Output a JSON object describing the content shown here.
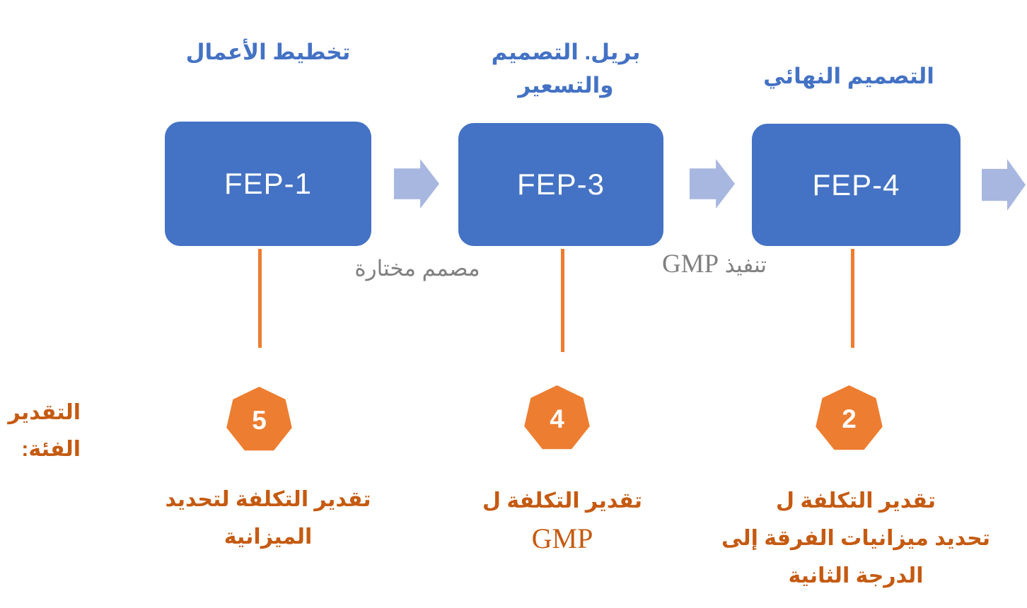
{
  "diagram": {
    "type": "process-flow",
    "category_label": {
      "line1": "التقدير",
      "line2": "الفئة:"
    },
    "phases": [
      {
        "header_line1": "تخطيط الأعمال",
        "header_line2": "",
        "box_label": "FEP-1",
        "badge_number": "5",
        "label_line1": "تقدير التكلفة لتحديد",
        "label_line2": "الميزانية",
        "label_line3": ""
      },
      {
        "header_line1": "بريل. التصميم",
        "header_line2": "والتسعير",
        "box_label": "FEP-3",
        "badge_number": "4",
        "label_line1": "تقدير التكلفة ل",
        "label_line2": "GMP",
        "label_line3": ""
      },
      {
        "header_line1": "التصميم النهائي",
        "header_line2": "",
        "box_label": "FEP-4",
        "badge_number": "2",
        "label_line1": "تقدير التكلفة ل",
        "label_line2": "تحديد ميزانيات الفرقة إلى",
        "label_line3": "الدرجة الثانية"
      }
    ],
    "transitions": [
      {
        "note_arabic": "مصمم مختارة",
        "note_latin": ""
      },
      {
        "note_arabic": "تنفيذ",
        "note_latin": "GMP"
      }
    ],
    "colors": {
      "box_blue": "#4472C4",
      "arrow_light_blue": "#A8B7E0",
      "shape_orange": "#ED7D31",
      "text_orange": "#C55A11",
      "note_gray": "#808080"
    }
  }
}
